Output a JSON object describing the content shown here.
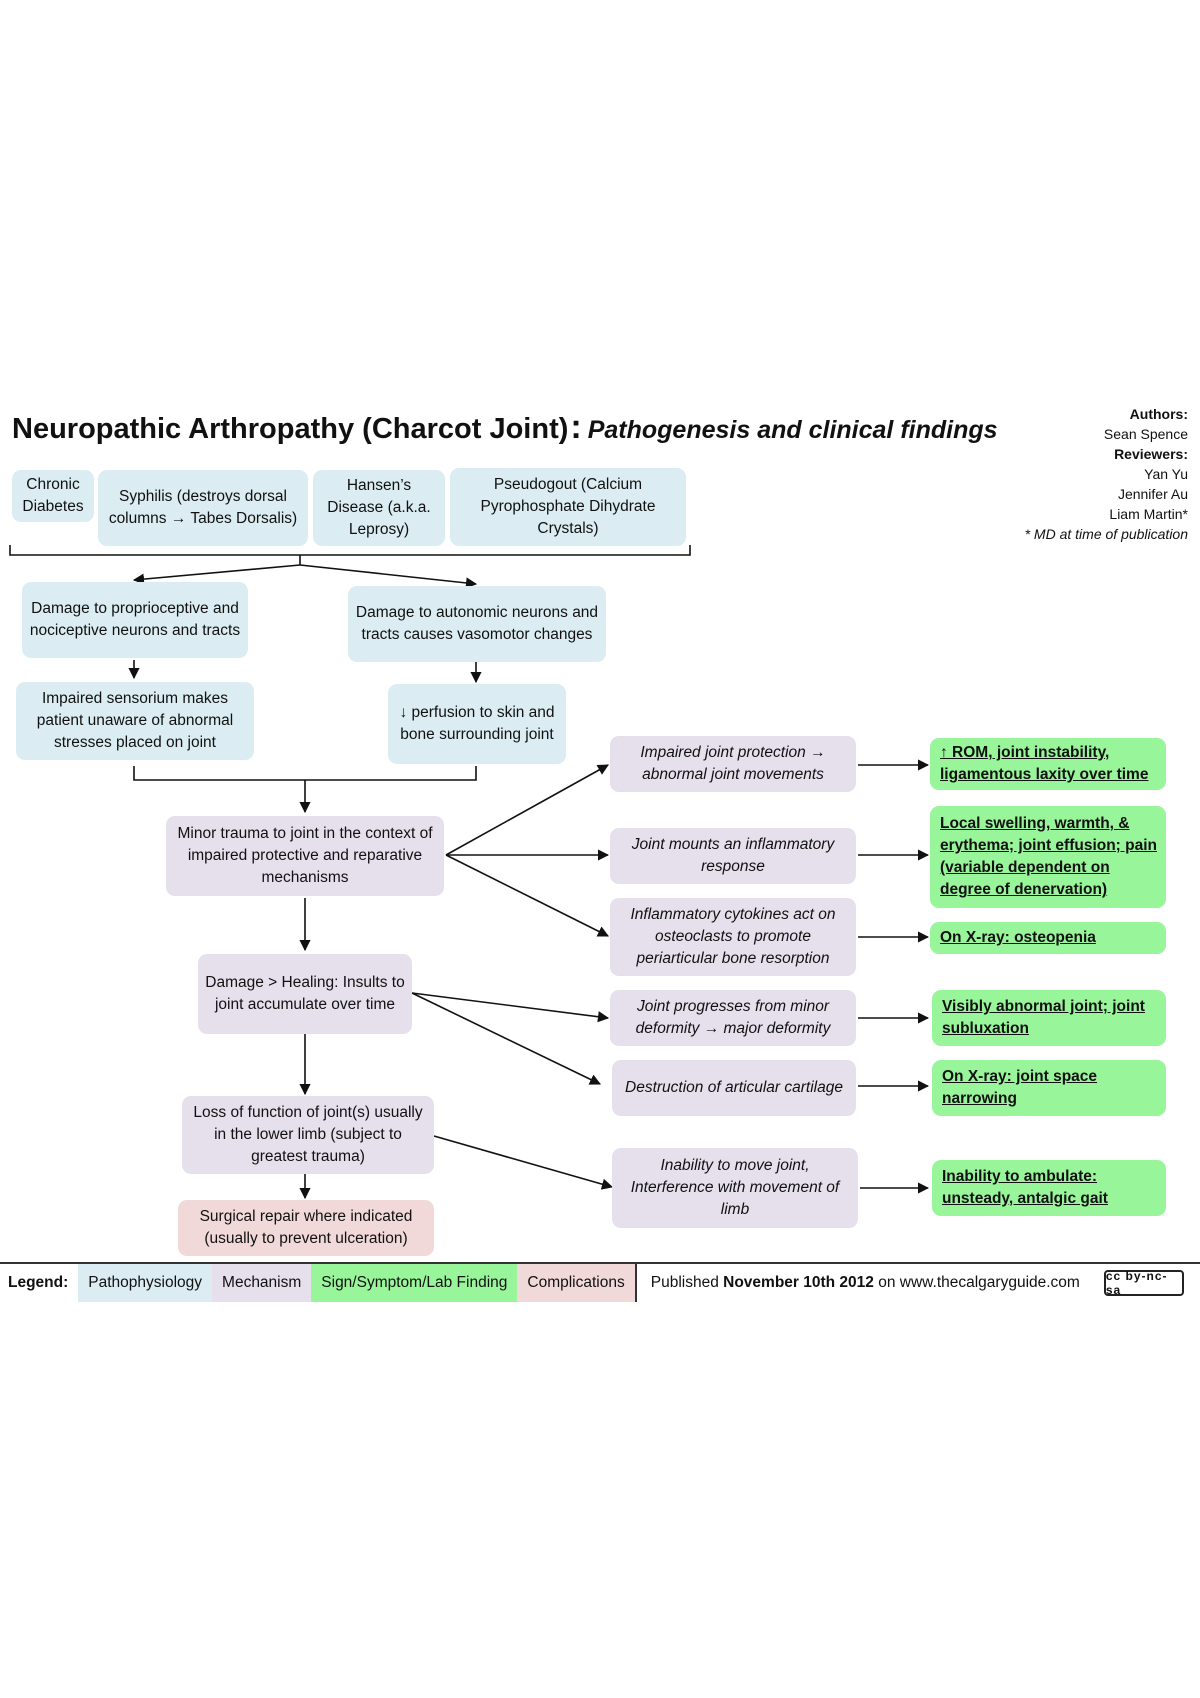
{
  "title": {
    "main": "Neuropathic Arthropathy (Charcot Joint)",
    "colon": ":",
    "sub": "Pathogenesis and clinical findings"
  },
  "credits": {
    "authors_label": "Authors:",
    "author": "Sean Spence",
    "reviewers_label": "Reviewers:",
    "reviewers": [
      "Yan Yu",
      "Jennifer Au",
      "Liam Martin*"
    ],
    "note": "* MD at time of publication"
  },
  "causes": [
    "Chronic Diabetes",
    "Syphilis (destroys dorsal columns → Tabes Dorsalis)",
    "Hansen’s Disease (a.k.a. Leprosy)",
    "Pseudogout (Calcium Pyrophosphate Dihydrate Crystals)"
  ],
  "patho": {
    "proprio": "Damage to proprioceptive and nociceptive neurons and tracts",
    "autonomic": "Damage to autonomic neurons and tracts causes vasomotor changes",
    "sensorium": "Impaired sensorium makes patient unaware of abnormal stresses placed on joint",
    "perfusion": "↓ perfusion to skin and bone surrounding joint"
  },
  "mechanism": {
    "minor_trauma": "Minor trauma to joint in the context of impaired protective and reparative mechanisms",
    "damage_healing": "Damage > Healing: Insults to joint accumulate over time",
    "loss_function": "Loss of function of joint(s) usually in the lower limb (subject to greatest trauma)",
    "impaired_protection": "Impaired joint protection → abnormal joint movements",
    "inflammatory": "Joint mounts an inflammatory response",
    "cytokines": "Inflammatory cytokines act on osteoclasts to promote periarticular bone resorption",
    "progresses": "Joint progresses from minor deformity → major deformity",
    "cartilage": "Destruction of articular cartilage",
    "inability_move": "Inability to move joint, Interference with movement of limb"
  },
  "complication": {
    "surgical": "Surgical repair where indicated (usually to prevent ulceration)"
  },
  "signs": {
    "rom": "↑ ROM, joint instability, ligamentous laxity over time",
    "swelling": "Local swelling, warmth, & erythema; joint effusion; pain (variable dependent on degree of denervation)",
    "osteopenia": "On X-ray: osteopenia",
    "subluxation": "Visibly abnormal joint; joint subluxation",
    "joint_space": "On X-ray: joint space narrowing",
    "ambulate": "Inability to ambulate: unsteady, antalgic gait"
  },
  "legend": {
    "label": "Legend:",
    "pathophysiology": "Pathophysiology",
    "mechanism": "Mechanism",
    "sign": "Sign/Symptom/Lab Finding",
    "complications": "Complications",
    "published_prefix": "Published ",
    "published_date": "November 10th 2012",
    "published_suffix": " on www.thecalgaryguide.com",
    "license": "cc by-nc-sa"
  },
  "colors": {
    "pathophysiology": "#dbedf2",
    "mechanism": "#e5e0ec",
    "sign": "#98f59a",
    "complications": "#f1d9d9"
  }
}
